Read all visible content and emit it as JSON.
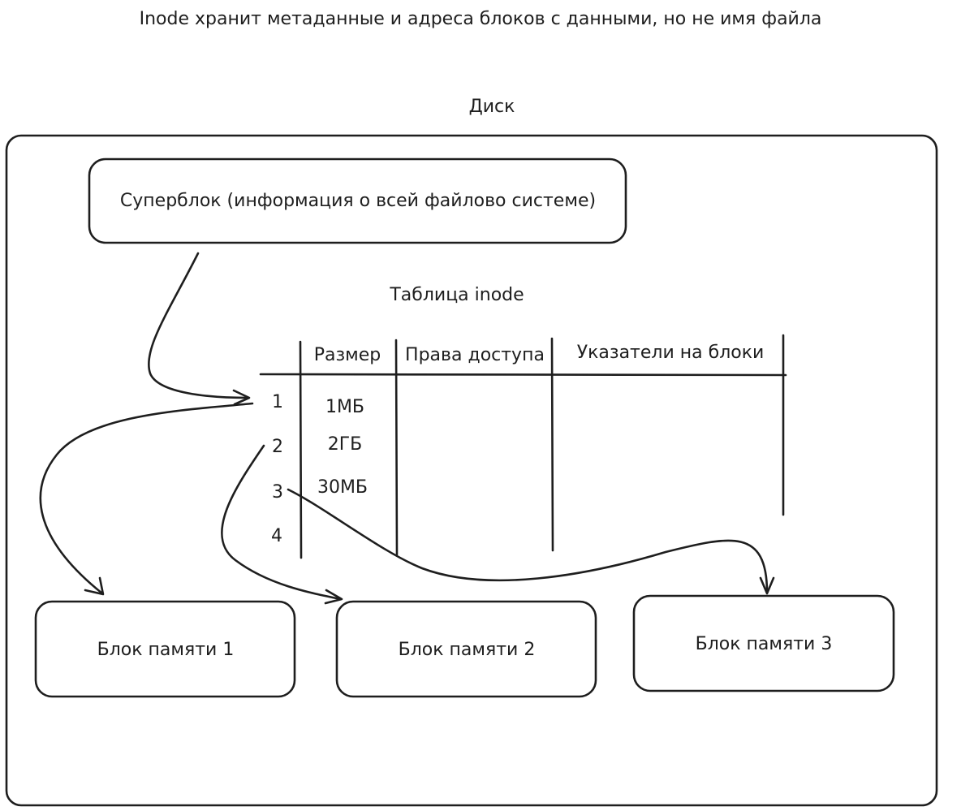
{
  "diagram": {
    "title": "Inode хранит метаданные и адреса блоков с данными, но не имя файла",
    "disk_label": "Диск",
    "superblock_label": "Суперблок (информация о всей файлово системе)",
    "inode_table": {
      "title": "Таблица inode",
      "columns": [
        "Размер",
        "Права доступа",
        "Указатели на блоки"
      ],
      "rows": [
        {
          "id": "1",
          "size": "1МБ"
        },
        {
          "id": "2",
          "size": "2ГБ"
        },
        {
          "id": "3",
          "size": "30МБ"
        },
        {
          "id": "4",
          "size": ""
        }
      ]
    },
    "memory_blocks": [
      "Блок памяти 1",
      "Блок памяти 2",
      "Блок памяти 3"
    ]
  }
}
